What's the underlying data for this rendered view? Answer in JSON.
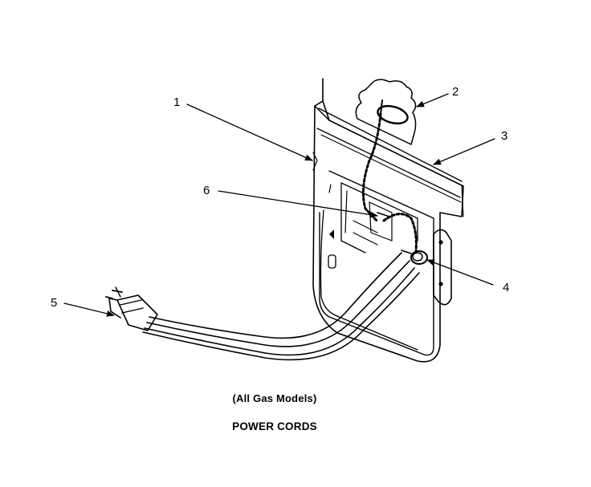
{
  "callouts": [
    {
      "id": "1",
      "text": "1"
    },
    {
      "id": "2",
      "text": "2"
    },
    {
      "id": "3",
      "text": "3"
    },
    {
      "id": "4",
      "text": "4"
    },
    {
      "id": "5",
      "text": "5"
    },
    {
      "id": "6",
      "text": "6"
    }
  ],
  "caption": {
    "subtitle": "(All Gas Models)",
    "title": "POWER CORDS"
  }
}
